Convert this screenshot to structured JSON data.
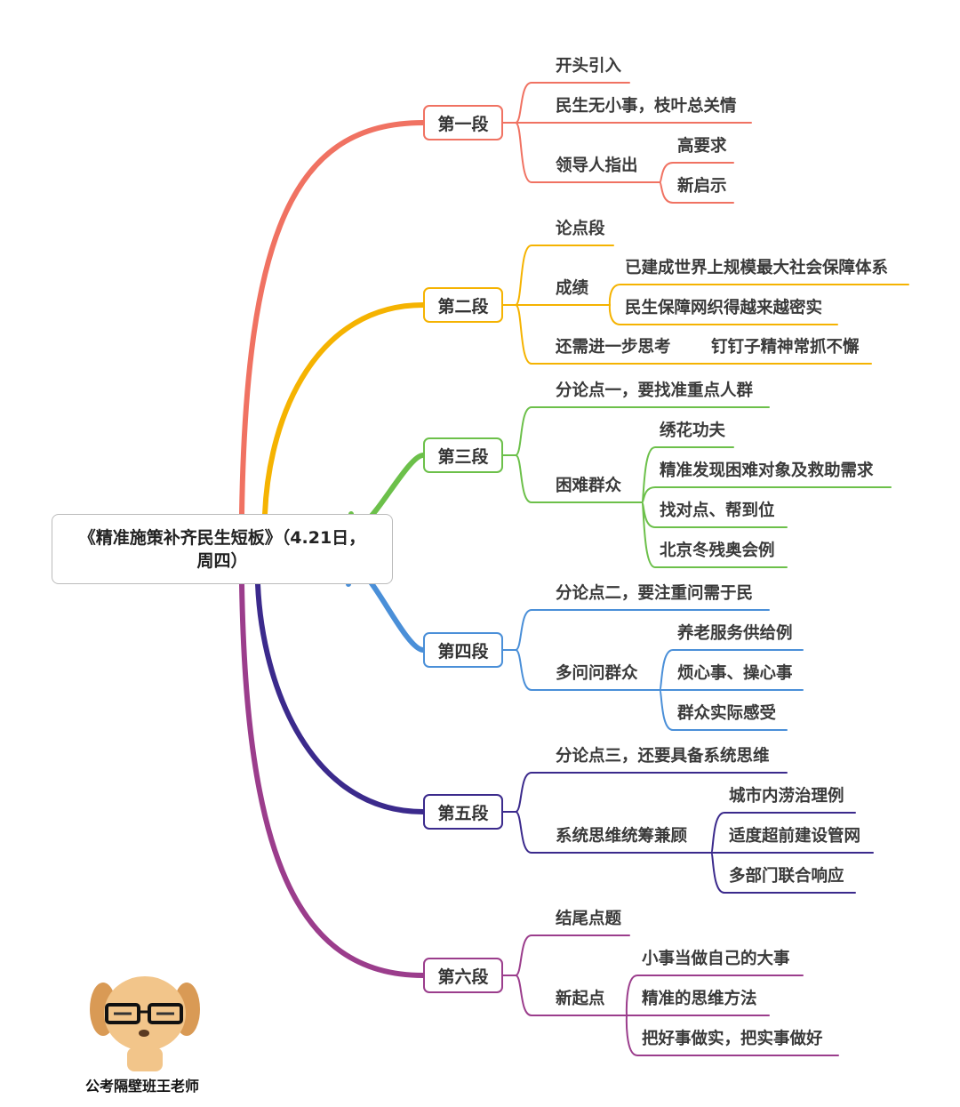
{
  "root": {
    "title_line1": "《精准施策补齐民生短板》（4.21日，",
    "title_line2": "周四）"
  },
  "sections": [
    {
      "label": "第一段",
      "color": "#f07262",
      "nodes": [
        {
          "label": "开头引入"
        },
        {
          "label": "民生无小事，枝叶总关情"
        },
        {
          "label": "领导人指出",
          "children": [
            {
              "label": "高要求"
            },
            {
              "label": "新启示"
            }
          ]
        }
      ]
    },
    {
      "label": "第二段",
      "color": "#f5b301",
      "nodes": [
        {
          "label": "论点段"
        },
        {
          "label": "成绩",
          "children": [
            {
              "label": "已建成世界上规模最大社会保障体系"
            },
            {
              "label": "民生保障网织得越来越密实"
            }
          ]
        },
        {
          "label": "还需进一步思考",
          "children": [
            {
              "label": "钉钉子精神常抓不懈"
            }
          ]
        }
      ]
    },
    {
      "label": "第三段",
      "color": "#6cc04a",
      "nodes": [
        {
          "label": "分论点一，要找准重点人群"
        },
        {
          "label": "困难群众",
          "children": [
            {
              "label": "绣花功夫"
            },
            {
              "label": "精准发现困难对象及救助需求"
            },
            {
              "label": "找对点、帮到位"
            },
            {
              "label": "北京冬残奥会例"
            }
          ]
        }
      ]
    },
    {
      "label": "第四段",
      "color": "#4a8fd8",
      "nodes": [
        {
          "label": "分论点二，要注重问需于民"
        },
        {
          "label": "多问问群众",
          "children": [
            {
              "label": "养老服务供给例"
            },
            {
              "label": "烦心事、操心事"
            },
            {
              "label": "群众实际感受"
            }
          ]
        }
      ]
    },
    {
      "label": "第五段",
      "color": "#3b2a8c",
      "nodes": [
        {
          "label": "分论点三，还要具备系统思维"
        },
        {
          "label": "系统思维统筹兼顾",
          "children": [
            {
              "label": "城市内涝治理例"
            },
            {
              "label": "适度超前建设管网"
            },
            {
              "label": "多部门联合响应"
            }
          ]
        }
      ]
    },
    {
      "label": "第六段",
      "color": "#9b3d8c",
      "nodes": [
        {
          "label": "结尾点题"
        },
        {
          "label": "新起点",
          "children": [
            {
              "label": "小事当做自己的大事"
            },
            {
              "label": "精准的思维方法"
            },
            {
              "label": "把好事做实，把实事做好"
            }
          ]
        }
      ]
    }
  ],
  "watermark": {
    "caption": "公考隔壁班王老师"
  }
}
